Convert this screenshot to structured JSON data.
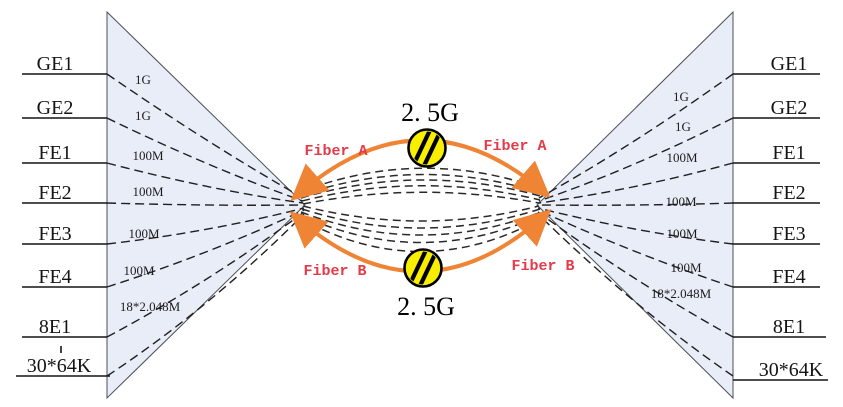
{
  "fibers": [
    {
      "name": "Fiber A",
      "rate": "2. 5G"
    },
    {
      "name": "Fiber B",
      "rate": "2. 5G"
    }
  ],
  "left_mux": {
    "ports": [
      {
        "label": "GE1",
        "bandwidth": "1G"
      },
      {
        "label": "GE2",
        "bandwidth": "1G"
      },
      {
        "label": "FE1",
        "bandwidth": "100M"
      },
      {
        "label": "FE2",
        "bandwidth": "100M"
      },
      {
        "label": "FE3",
        "bandwidth": "100M"
      },
      {
        "label": "FE4",
        "bandwidth": "100M"
      },
      {
        "label": "8E1",
        "bandwidth": "18*2.048M"
      },
      {
        "label": "30*64K",
        "bandwidth": ""
      }
    ]
  },
  "right_mux": {
    "ports": [
      {
        "label": "GE1",
        "bandwidth": "1G"
      },
      {
        "label": "GE2",
        "bandwidth": "1G"
      },
      {
        "label": "FE1",
        "bandwidth": "100M"
      },
      {
        "label": "FE2",
        "bandwidth": "100M"
      },
      {
        "label": "FE3",
        "bandwidth": "100M"
      },
      {
        "label": "FE4",
        "bandwidth": "100M"
      },
      {
        "label": "8E1",
        "bandwidth": "18*2.048M"
      },
      {
        "label": "30*64K",
        "bandwidth": ""
      }
    ]
  },
  "colors": {
    "triangle_fill": "#e8edf8",
    "triangle_stroke": "#4a4f57",
    "dashed_line": "#1f1f1f",
    "fiber_orange": "#ee8434",
    "fiber_text_red": "#e23b49",
    "splice_yellow": "#f8ee00",
    "text_black": "#141414"
  }
}
